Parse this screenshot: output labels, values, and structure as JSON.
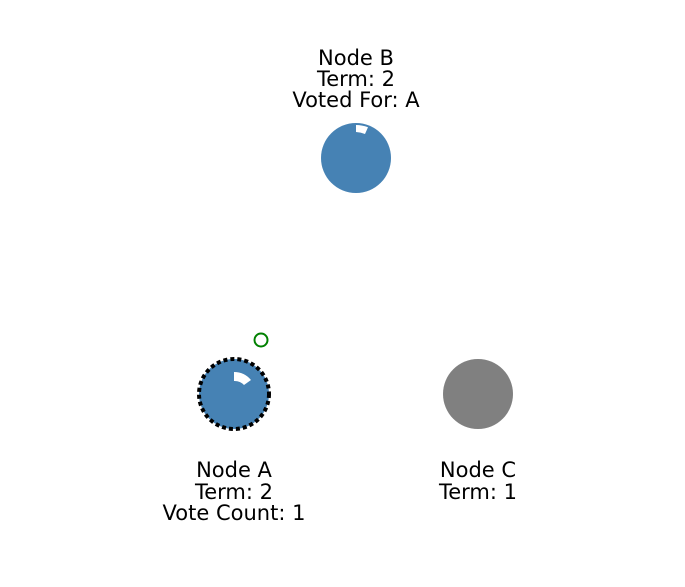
{
  "nodes": {
    "b": {
      "name": "Node B",
      "term": "Term: 2",
      "extra": "Voted For: A",
      "fill": "#4682b4",
      "state": "follower"
    },
    "a": {
      "name": "Node A",
      "term": "Term: 2",
      "extra": "Vote Count: 1",
      "fill": "#4682b4",
      "state": "candidate",
      "border": "dotted-black"
    },
    "c": {
      "name": "Node C",
      "term": "Term: 1",
      "fill": "#808080",
      "state": "follower"
    }
  },
  "message": {
    "kind": "rpc-message",
    "stroke": "#008000"
  },
  "timer_icon": "election-timer-icon"
}
